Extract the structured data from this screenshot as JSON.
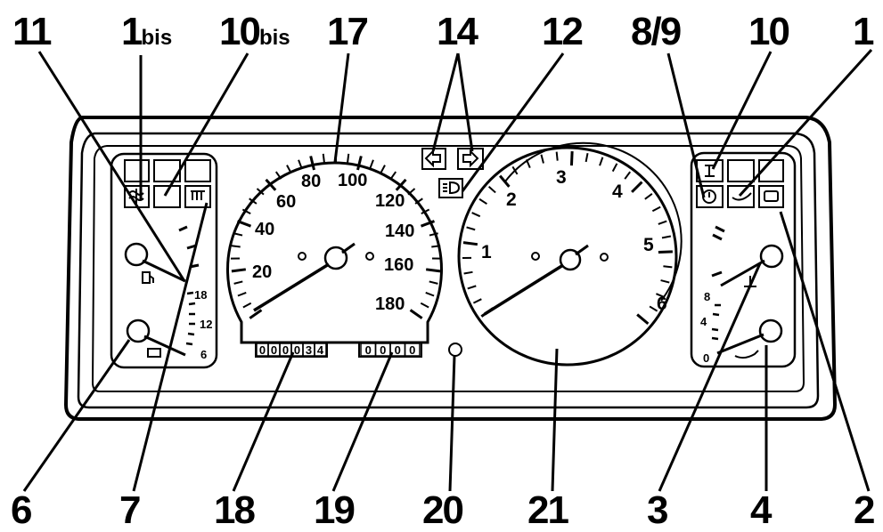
{
  "callouts_top": {
    "c11": "11",
    "c1bis_main": "1",
    "c1bis_sub": "bis",
    "c10bis_main": "10",
    "c10bis_sub": "bis",
    "c17": "17",
    "c14": "14",
    "c12": "12",
    "c89": "8/9",
    "c10": "10",
    "c1": "1"
  },
  "callouts_bottom": {
    "c6": "6",
    "c7": "7",
    "c18": "18",
    "c19": "19",
    "c20": "20",
    "c21": "21",
    "c3": "3",
    "c4": "4",
    "c2": "2"
  },
  "speedometer": {
    "labels": [
      "20",
      "40",
      "60",
      "80",
      "100",
      "120",
      "140",
      "160",
      "180"
    ]
  },
  "tachometer": {
    "labels": [
      "1",
      "2",
      "3",
      "4",
      "5",
      "6"
    ]
  },
  "left_gauges": {
    "upper_scale": [
      "18",
      "12",
      "6"
    ]
  },
  "right_gauges": {
    "upper_scale": [
      "8",
      "4",
      "0"
    ]
  },
  "odometer": {
    "digits": [
      "0",
      "0",
      "0",
      "0",
      "3",
      "4"
    ]
  },
  "trip_counter": {
    "digits": [
      "0",
      "0",
      "0",
      "0"
    ]
  }
}
